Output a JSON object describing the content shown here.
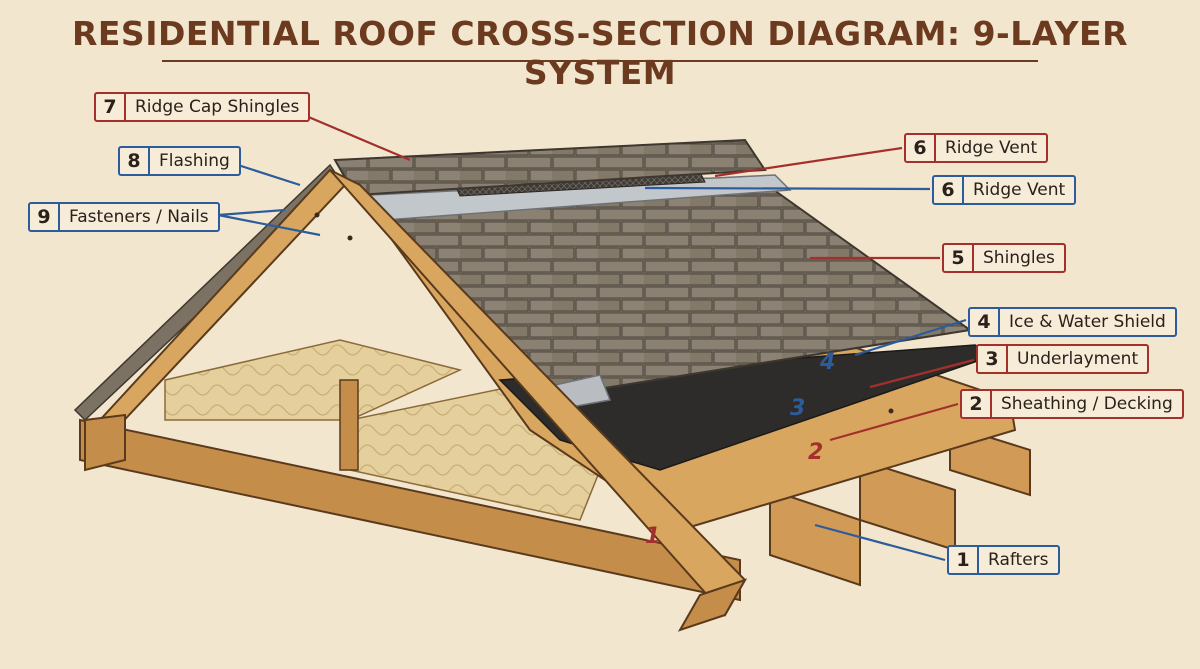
{
  "title": "RESIDENTIAL ROOF CROSS-SECTION DIAGRAM: 9-LAYER SYSTEM",
  "colors": {
    "red": "#a3302a",
    "blue": "#2c5c9c",
    "wood": "#d9a65f",
    "shingle": "#7b7263"
  },
  "callouts": [
    {
      "num": "7",
      "label": "Ridge Cap Shingles",
      "color": "red"
    },
    {
      "num": "8",
      "label": "Flashing",
      "color": "blue"
    },
    {
      "num": "9",
      "label": "Fasteners / Nails",
      "color": "blue"
    },
    {
      "num": "6",
      "label": "Ridge Vent",
      "color": "red"
    },
    {
      "num": "6",
      "label": "Ridge Vent",
      "color": "blue"
    },
    {
      "num": "5",
      "label": "Shingles",
      "color": "red"
    },
    {
      "num": "4",
      "label": "Ice & Water Shield",
      "color": "blue"
    },
    {
      "num": "3",
      "label": "Underlayment",
      "color": "red"
    },
    {
      "num": "2",
      "label": "Sheathing / Decking",
      "color": "red"
    },
    {
      "num": "1",
      "label": "Rafters",
      "color": "blue"
    }
  ],
  "markers": [
    {
      "text": "4",
      "color": "blue"
    },
    {
      "text": "3",
      "color": "blue"
    },
    {
      "text": "2",
      "color": "red"
    },
    {
      "text": "1",
      "color": "red"
    }
  ]
}
